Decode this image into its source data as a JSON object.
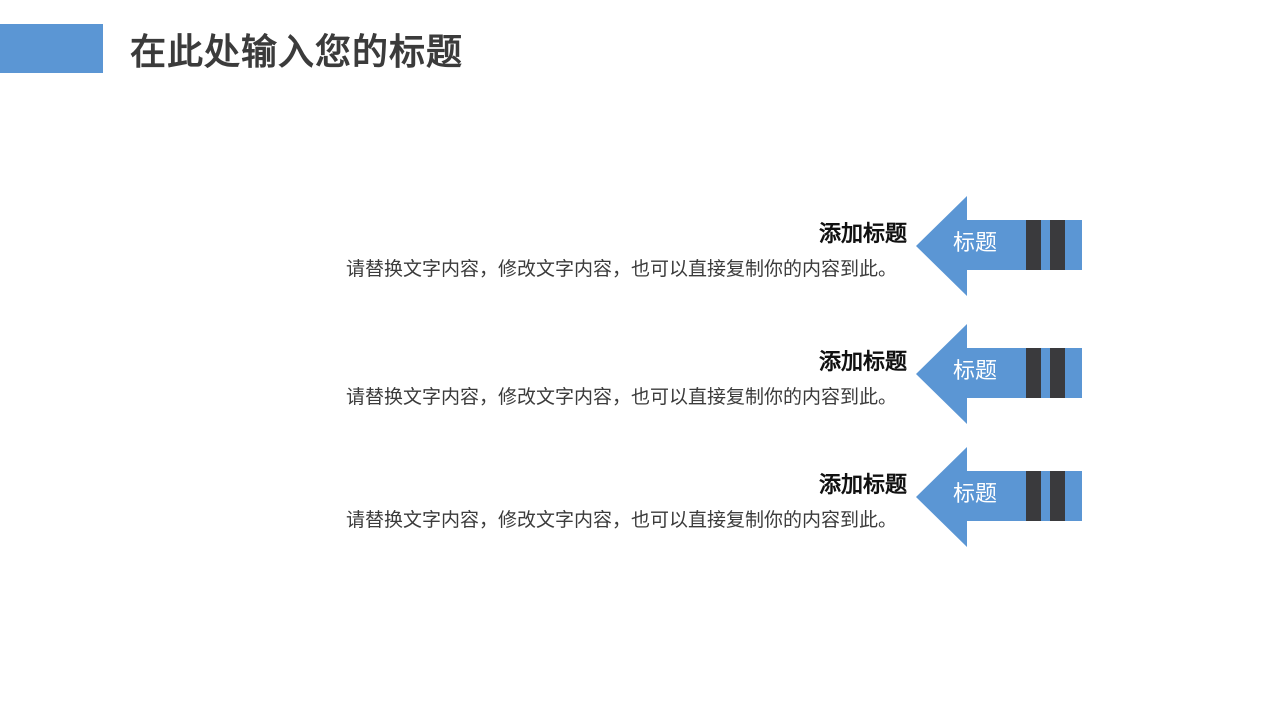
{
  "header": {
    "title": "在此处输入您的标题"
  },
  "items": [
    {
      "heading": "添加标题",
      "description": "请替换文字内容，修改文字内容，也可以直接复制你的内容到此。",
      "arrow_label": "标题"
    },
    {
      "heading": "添加标题",
      "description": "请替换文字内容，修改文字内容，也可以直接复制你的内容到此。",
      "arrow_label": "标题"
    },
    {
      "heading": "添加标题",
      "description": "请替换文字内容，修改文字内容，也可以直接复制你的内容到此。",
      "arrow_label": "标题"
    }
  ],
  "colors": {
    "accent": "#5b96d4",
    "stripe": "#3a3a3d",
    "title_text": "#3b3b3b"
  }
}
